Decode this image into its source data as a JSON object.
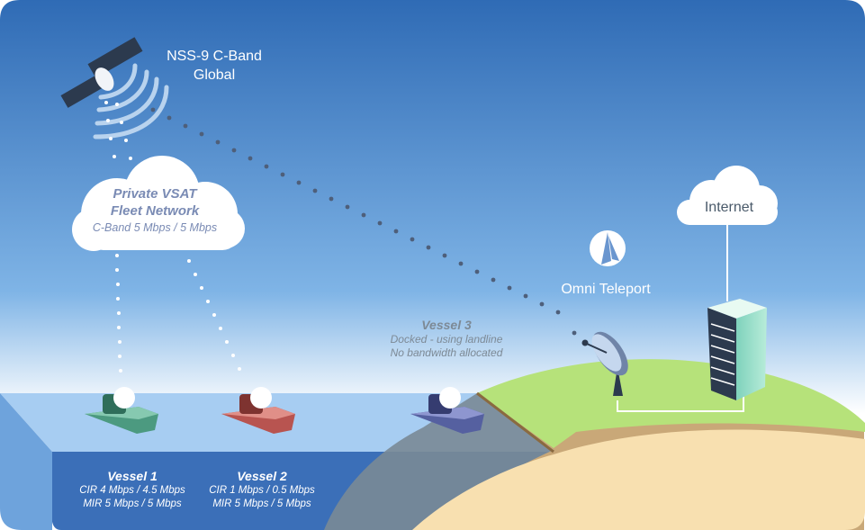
{
  "satellite": {
    "name": "NSS-9 C-Band",
    "coverage": "Global",
    "icon": "satellite-icon"
  },
  "network_cloud": {
    "title_line1": "Private VSAT",
    "title_line2": "Fleet Network",
    "bandwidth": "C-Band 5 Mbps / 5 Mbps"
  },
  "internet": {
    "label": "Internet",
    "icon": "cloud-icon"
  },
  "teleport": {
    "name": "Omni Teleport",
    "icon": "omni-logo-icon"
  },
  "vessels": [
    {
      "name": "Vessel 1",
      "cir": "CIR 4 Mbps / 4.5 Mbps",
      "mir": "MIR 5 Mbps / 5 Mbps",
      "color": "#4c9a80"
    },
    {
      "name": "Vessel 2",
      "cir": "CIR 1 Mbps / 0.5 Mbps",
      "mir": "MIR 5 Mbps / 5 Mbps",
      "color": "#b85450"
    },
    {
      "name": "Vessel 3",
      "status_line1": "Docked - using landline",
      "status_line2": "No bandwidth allocated",
      "color": "#5560a0"
    }
  ],
  "colors": {
    "sky_top": "#2f6bb5",
    "sky_bottom": "#ffffff",
    "sea": "#a7cdf2",
    "land_grass": "#b6e27a",
    "land_sand": "#f8e0b0",
    "building": "#9fe0c8"
  }
}
